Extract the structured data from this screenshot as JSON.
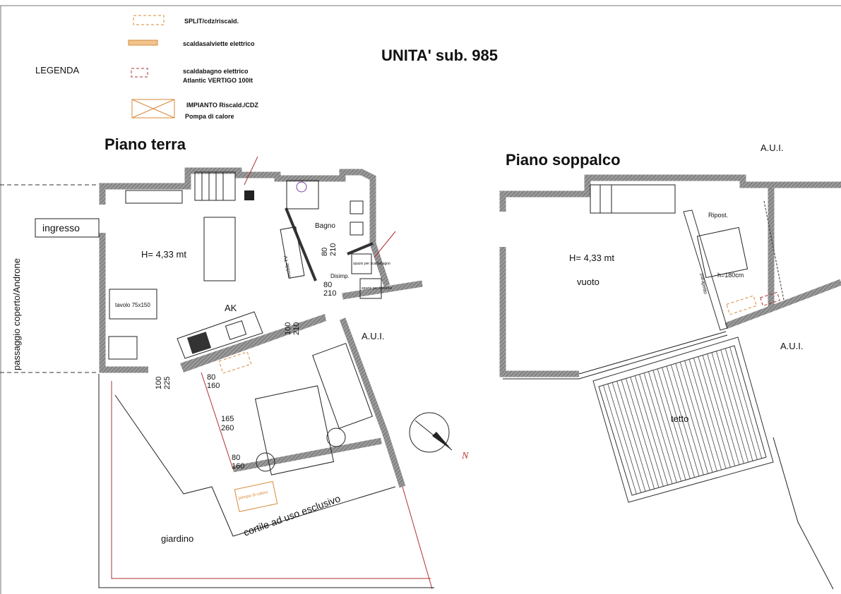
{
  "title": "UNITA' sub. 985",
  "legend": {
    "heading": "LEGENDA",
    "items": [
      {
        "symbol": "dashed-orange-rect",
        "label": "SPLIT/cdz/riscald."
      },
      {
        "symbol": "orange-hatched-bar",
        "label": "scaldasalviette elettrico"
      },
      {
        "symbol": "dashed-red-rect",
        "label": "scaldabagno elettrico",
        "label2": "Atlantic VERTIGO 100lt"
      },
      {
        "symbol": "orange-crossed-rect",
        "label": "IMPIANTO Riscald./CDZ",
        "label2": "Pompa di calore"
      }
    ]
  },
  "ground_floor": {
    "title": "Piano terra",
    "side_label": "passaggio coperto/Androne",
    "entrance": "ingresso",
    "height": "H= 4,33 mt",
    "kitchen": "AK",
    "table": "tavolo 75x150",
    "bath": "Bagno",
    "hall": "Disimp.",
    "tv": "mobile TV",
    "washer": "spazio per lavatrice",
    "heater_space": "spazio per scaldabagno",
    "heat_pump": "pompa di calore",
    "aui": "A.U.I.",
    "garden": "giardino",
    "courtyard": "cortile ad uso esclusivo",
    "north": "N",
    "dims": [
      {
        "w": "80",
        "h": "210"
      },
      {
        "w": "80",
        "h": "210"
      },
      {
        "w": "100",
        "h": "210"
      },
      {
        "w": "100",
        "h": "225"
      },
      {
        "w": "80",
        "h": "160"
      },
      {
        "w": "165",
        "h": "260"
      },
      {
        "w": "80",
        "h": "160"
      }
    ]
  },
  "mezzanine": {
    "title": "Piano soppalco",
    "aui_top": "A.U.I.",
    "aui_right": "A.U.I.",
    "height": "H= 4,33 mt",
    "void": "vuoto",
    "storage": "Ripost.",
    "storage_height": "h=180cm",
    "parapet": "parapetto",
    "roof": "tetto"
  },
  "colors": {
    "wall": "#8a8a8a",
    "legend_orange": "#d9893a",
    "legend_red": "#b03030",
    "north": "#c03030"
  }
}
